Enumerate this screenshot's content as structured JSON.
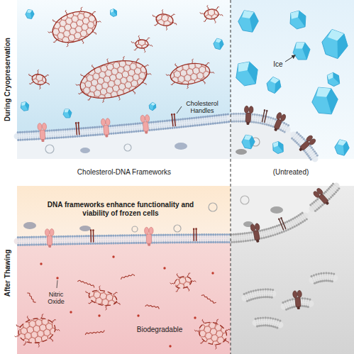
{
  "diagram": {
    "labels": [
      "During Cryopreservation",
      "Ice",
      "Cholesterol Handles",
      "Cholesterol-DNA Frameworks",
      "(Untreated)",
      "After Thawing",
      "DNA frameworks enhance functionality and viability of frozen cells",
      "Nitric Oxide",
      "Biodegradable"
    ]
  }
}
